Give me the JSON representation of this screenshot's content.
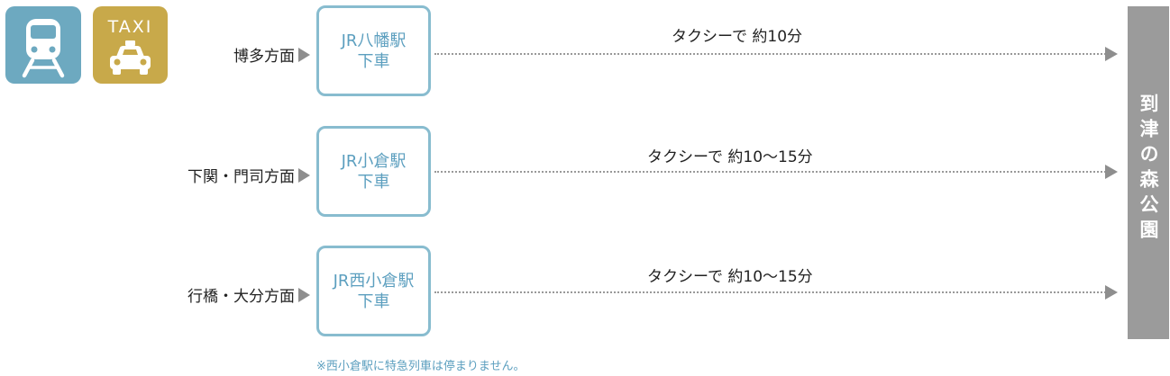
{
  "icons": {
    "train": "train-icon",
    "taxi": "taxi-icon",
    "taxi_sign": "TAXI"
  },
  "routes": [
    {
      "direction": "博多方面",
      "station_line1": "JR八幡駅",
      "station_line2": "下車",
      "taxi_time": "タクシーで 約10分"
    },
    {
      "direction": "下関・門司方面",
      "station_line1": "JR小倉駅",
      "station_line2": "下車",
      "taxi_time": "タクシーで 約10～15分"
    },
    {
      "direction": "行橋・大分方面",
      "station_line1": "JR西小倉駅",
      "station_line2": "下車",
      "taxi_time": "タクシーで 約10～15分"
    }
  ],
  "destination": "到津の森公園",
  "footnote": "※西小倉駅に特急列車は停まりません。",
  "colors": {
    "train_tile": "#6da9c0",
    "taxi_tile": "#c8a94a",
    "station_border": "#88bccf",
    "station_text": "#5c9fbf",
    "destination_bar": "#9b9b9b",
    "arrow": "#8e8e8e"
  }
}
